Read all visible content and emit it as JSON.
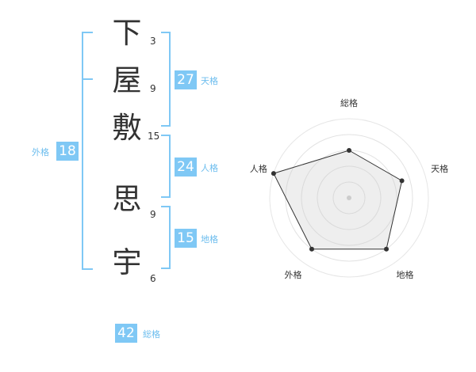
{
  "name": {
    "chars": [
      {
        "char": "下",
        "strokes": "3"
      },
      {
        "char": "屋",
        "strokes": "9"
      },
      {
        "char": "敷",
        "strokes": "15"
      },
      {
        "char": "思",
        "strokes": "9"
      },
      {
        "char": "宇",
        "strokes": "6"
      }
    ]
  },
  "groups": {
    "tenkaku": {
      "value": "27",
      "label": "天格"
    },
    "jinkaku": {
      "value": "24",
      "label": "人格"
    },
    "chikaku": {
      "value": "15",
      "label": "地格"
    },
    "gaikaku": {
      "value": "18",
      "label": "外格"
    },
    "soukaku": {
      "value": "42",
      "label": "総格"
    }
  },
  "colors": {
    "accent": "#7fc8f5",
    "label": "#6cbdee",
    "text": "#333333"
  },
  "chart_data": {
    "type": "radar",
    "axes": [
      "総格",
      "天格",
      "地格",
      "外格",
      "人格"
    ],
    "scale_max": 5,
    "rings": 4,
    "values": [
      3,
      3.5,
      4,
      4,
      5
    ]
  }
}
